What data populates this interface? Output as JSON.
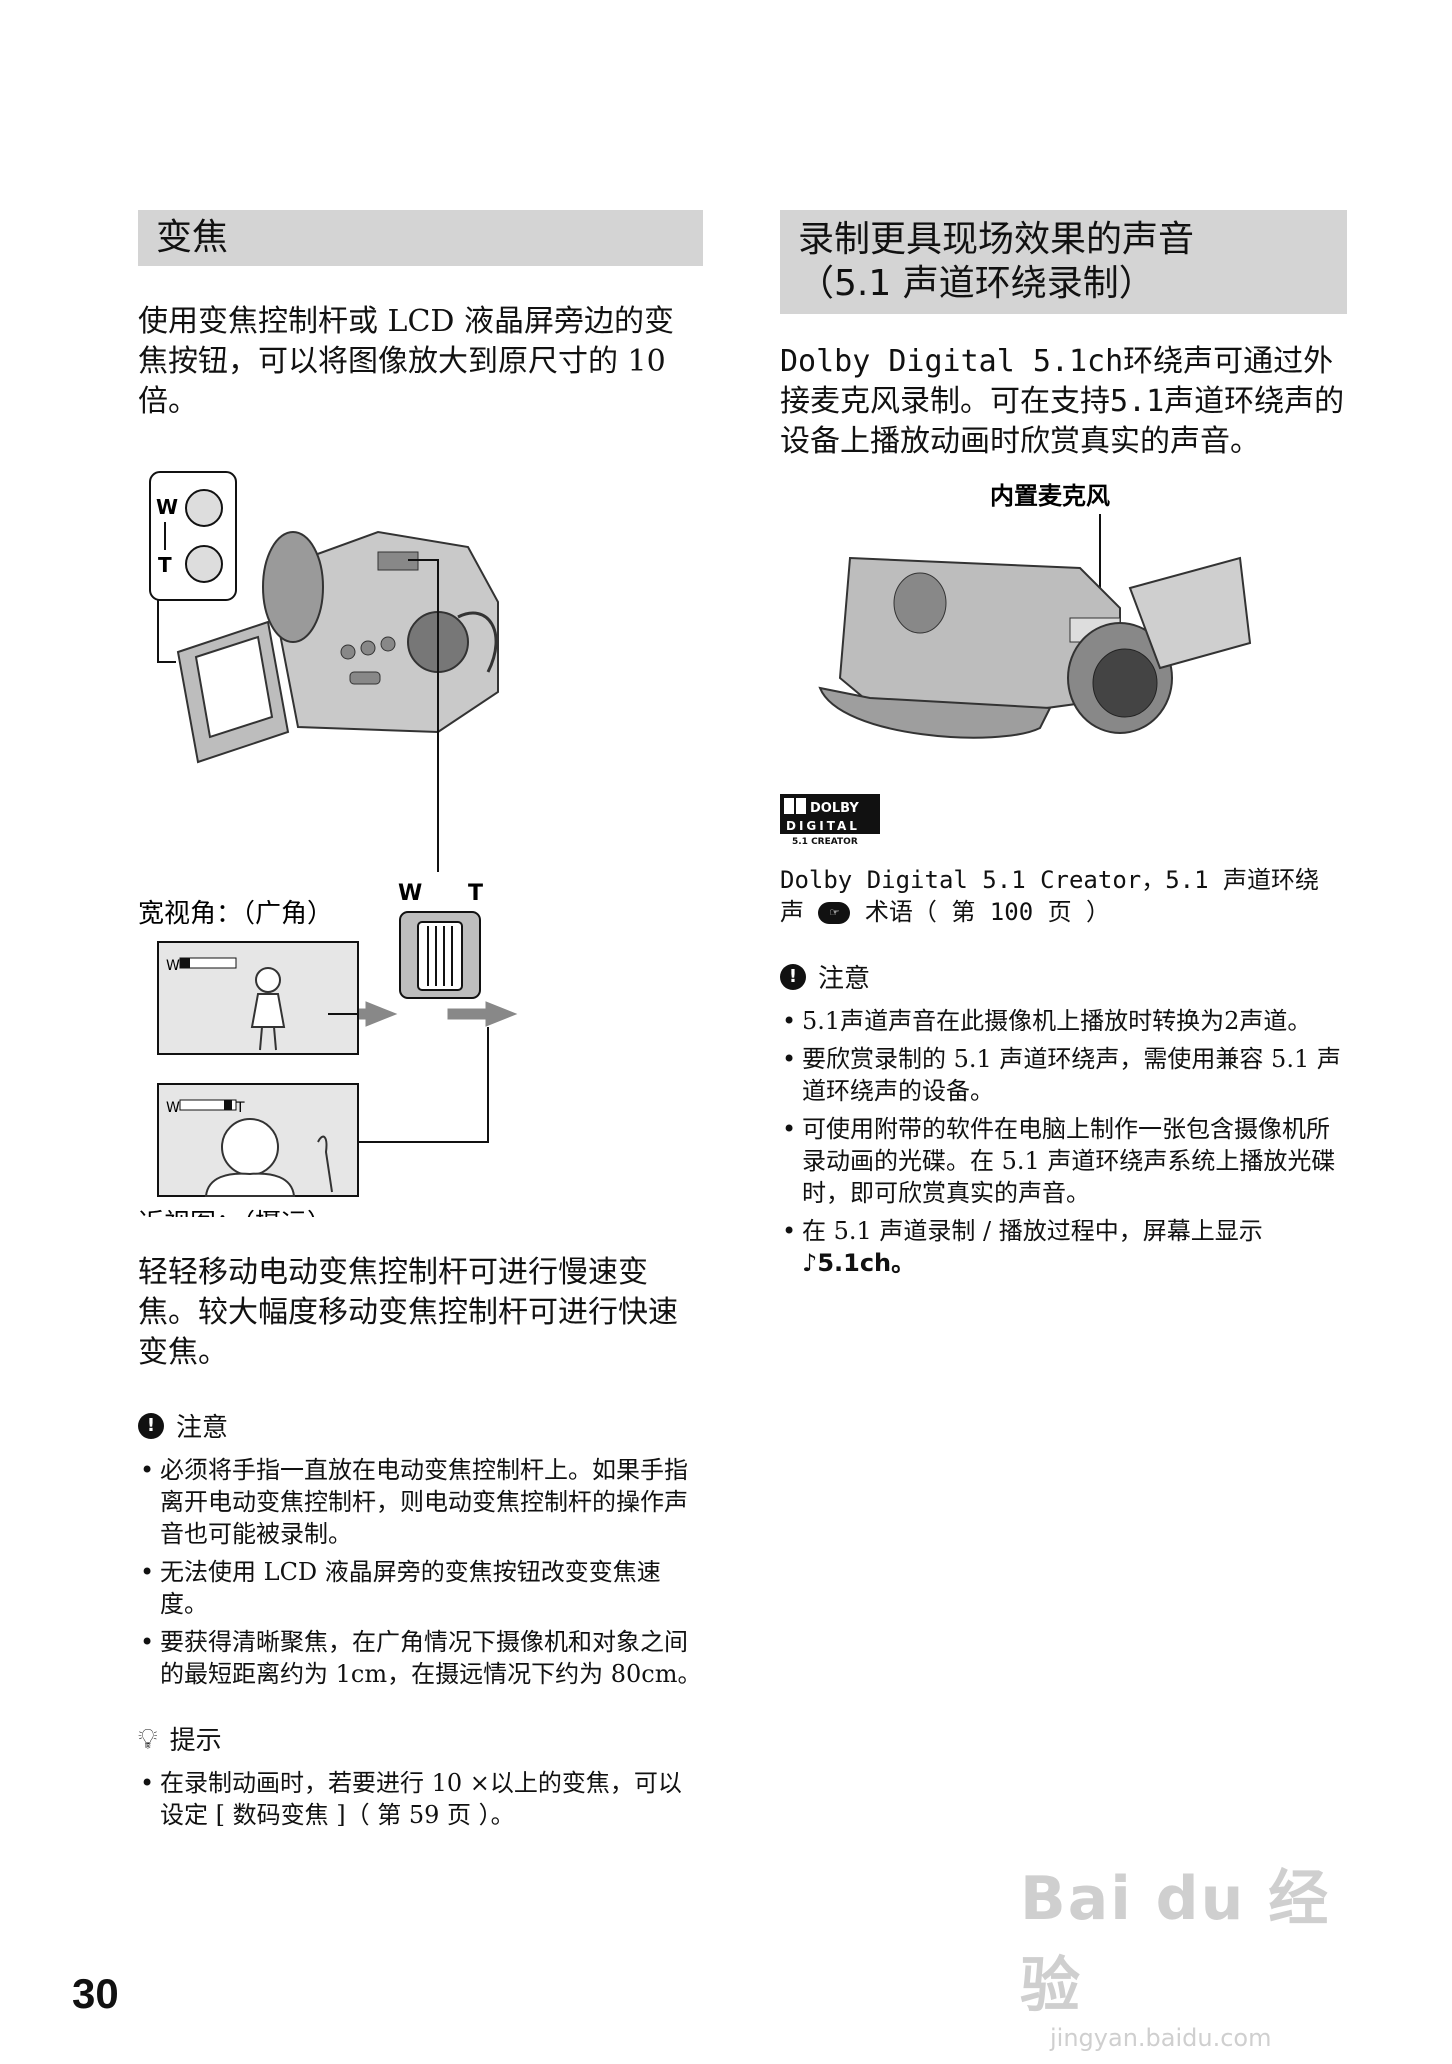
{
  "left": {
    "heading": "变焦",
    "intro": "使用变焦控制杆或 LCD 液晶屏旁边的变焦按钮，可以将图像放大到原尺寸的 10 倍。",
    "figure": {
      "btn_w": "W",
      "btn_t": "T",
      "lever_w": "W",
      "lever_t": "T",
      "wide_label": "宽视角：（广角）",
      "tele_label": "近视图：（摄远）",
      "screen_w": "W",
      "screen_t": "T"
    },
    "body": "轻轻移动电动变焦控制杆可进行慢速变焦。较大幅度移动变焦控制杆可进行快速变焦。",
    "notes_title": "注意",
    "notes": [
      "必须将手指一直放在电动变焦控制杆上。如果手指离开电动变焦控制杆，则电动变焦控制杆的操作声音也可能被录制。",
      "无法使用 LCD 液晶屏旁的变焦按钮改变变焦速度。",
      "要获得清晰聚焦，在广角情况下摄像机和对象之间的最短距离约为 1cm，在摄远情况下约为 80cm。"
    ],
    "tips_title": "提示",
    "tips": [
      "在录制动画时，若要进行 10 ×以上的变焦，可以设定 [ 数码变焦 ]（ 第 59 页 ）。"
    ]
  },
  "right": {
    "heading_line1": "录制更具现场效果的声音",
    "heading_line2": "（5.1 声道环绕录制）",
    "intro": "Dolby Digital 5.1ch环绕声可通过外接麦克风录制。可在支持5.1声道环绕声的设备上播放动画时欣赏真实的声音。",
    "mic_label": "内置麦克风",
    "logo": {
      "top": "DOLBY",
      "mid": "DIGITAL",
      "bottom": "5.1 CREATOR"
    },
    "creator_line1": "Dolby Digital 5.1 Creator，5.1 声道环绕",
    "creator_line2_a": "声",
    "creator_line2_b": "术语（ 第  100 页 ）",
    "notes_title": "注意",
    "notes": [
      "5.1声道声音在此摄像机上播放时转换为2声道。",
      "要欣赏录制的 5.1 声道环绕声，需使用兼容 5.1 声道环绕声的设备。",
      "可使用附带的软件在电脑上制作一张包含摄像机所录动画的光碟。在 5.1 声道环绕声系统上播放光碟时，即可欣赏真实的声音。"
    ],
    "note_last_a": "在 5.1 声道录制 / 播放过程中，屏幕上显示",
    "note_last_b": "♪5.1ch。"
  },
  "page_number": "30",
  "watermark": {
    "main": "Bai du 经验",
    "sub": "jingyan.baidu.com"
  }
}
